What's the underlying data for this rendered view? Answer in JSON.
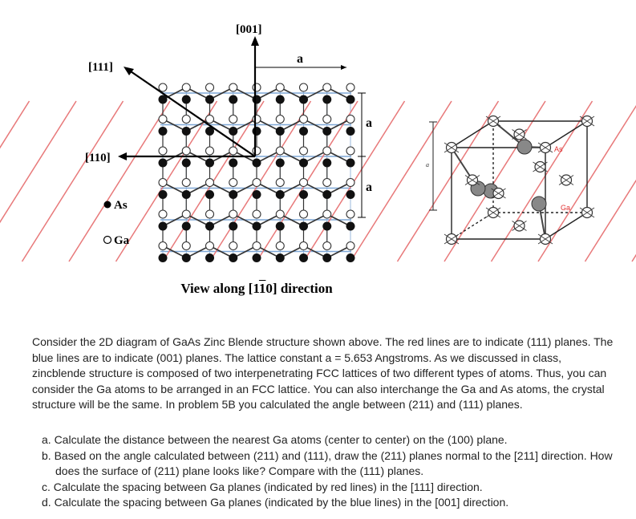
{
  "figure": {
    "left": {
      "dir_001": "[001]",
      "dir_111": "[111]",
      "dir_110": "[110]",
      "lattice_label_top": "a",
      "lattice_label_right_1": "a",
      "lattice_label_right_2": "a",
      "legend": [
        {
          "symbol": "●",
          "label": "As"
        },
        {
          "symbol": "○",
          "label": "Ga"
        }
      ],
      "caption_prefix": "View along [1",
      "caption_overline": "1",
      "caption_suffix": "0] direction"
    },
    "right": {
      "a_label": "a",
      "as_label": "As",
      "ga_label": "Ga"
    },
    "colors": {
      "red_planes": "#e8797a",
      "blue_planes": "#7fa7d6",
      "bond": "#333333",
      "as_gray": "#888888"
    }
  },
  "text": {
    "intro": "Consider the 2D diagram of GaAs Zinc Blende structure shown above. The red lines are to indicate (111) planes. The blue lines are to indicate (001) planes. The lattice constant a = 5.653 Angstroms. As we discussed in class, zincblende structure is composed of two interpenetrating FCC lattices of two different types of atoms. Thus, you can consider the Ga atoms to be arranged in an FCC lattice. You can also interchange the Ga and As atoms, the crystal structure will be the same. In problem 5B you calculated the angle between (211) and (111) planes.",
    "questions": [
      "a. Calculate the distance between the nearest Ga atoms (center to center) on the (100) plane.",
      "b. Based on the angle calculated between (211) and (111), draw the (211) planes normal to the [211] direction. How does the surface of (211) plane looks like? Compare with the (111) planes.",
      "c. Calculate the spacing between Ga planes (indicated by red lines) in the [111] direction.",
      "d. Calculate the spacing between Ga planes (indicated by the blue lines) in the [001] direction."
    ]
  }
}
